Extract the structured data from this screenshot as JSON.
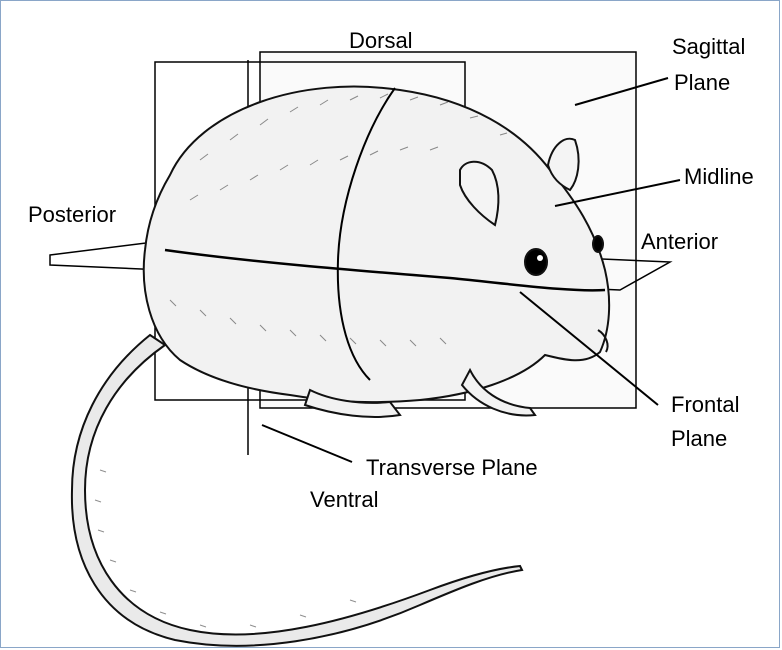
{
  "labels": {
    "dorsal": "Dorsal",
    "sagittal_line1": "Sagittal",
    "sagittal_line2": "Plane",
    "midline": "Midline",
    "posterior": "Posterior",
    "anterior": "Anterior",
    "frontal_line1": "Frontal",
    "frontal_line2": "Plane",
    "transverse": "Transverse Plane",
    "ventral": "Ventral"
  },
  "colors": {
    "ink": "#000000",
    "frame_border": "#8aa6c8",
    "background": "#ffffff"
  }
}
